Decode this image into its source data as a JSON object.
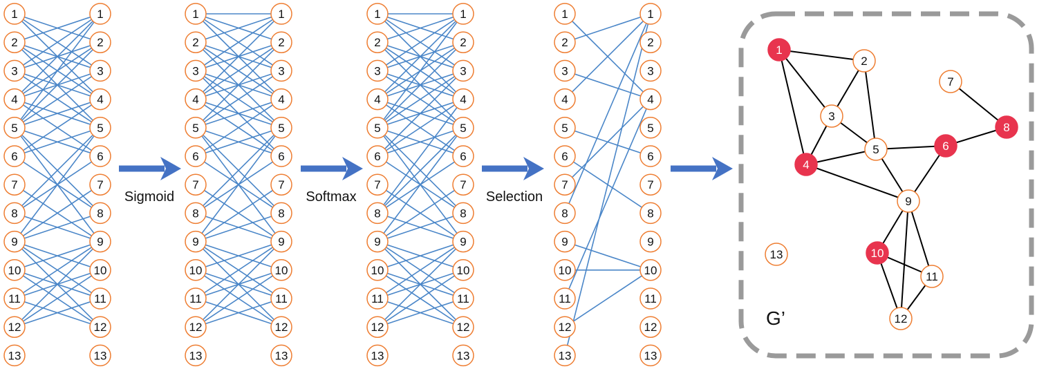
{
  "colors": {
    "node_stroke": "#ee7d31",
    "edge_blue": "#4a86c8",
    "arrow": "#4472c4",
    "highlight": "#e8344e",
    "graph_edge": "#000000",
    "frame": "#9a9a9a"
  },
  "node_labels": [
    "1",
    "2",
    "3",
    "4",
    "5",
    "6",
    "7",
    "8",
    "9",
    "10",
    "11",
    "12",
    "13"
  ],
  "steps": [
    "Sigmoid",
    "Softmax",
    "Selection"
  ],
  "panels": [
    {
      "id": "panel-1",
      "edges": [
        [
          1,
          2
        ],
        [
          1,
          3
        ],
        [
          1,
          4
        ],
        [
          2,
          1
        ],
        [
          2,
          3
        ],
        [
          2,
          4
        ],
        [
          2,
          5
        ],
        [
          3,
          1
        ],
        [
          3,
          2
        ],
        [
          3,
          4
        ],
        [
          3,
          5
        ],
        [
          4,
          1
        ],
        [
          4,
          2
        ],
        [
          4,
          3
        ],
        [
          4,
          5
        ],
        [
          4,
          6
        ],
        [
          5,
          1
        ],
        [
          5,
          2
        ],
        [
          5,
          3
        ],
        [
          5,
          4
        ],
        [
          5,
          6
        ],
        [
          5,
          8
        ],
        [
          5,
          9
        ],
        [
          6,
          4
        ],
        [
          6,
          5
        ],
        [
          6,
          8
        ],
        [
          7,
          9
        ],
        [
          8,
          5
        ],
        [
          8,
          6
        ],
        [
          8,
          9
        ],
        [
          9,
          5
        ],
        [
          9,
          7
        ],
        [
          9,
          8
        ],
        [
          9,
          10
        ],
        [
          9,
          11
        ],
        [
          9,
          12
        ],
        [
          10,
          9
        ],
        [
          10,
          11
        ],
        [
          10,
          12
        ],
        [
          11,
          9
        ],
        [
          11,
          10
        ],
        [
          11,
          12
        ],
        [
          12,
          9
        ],
        [
          12,
          10
        ],
        [
          12,
          11
        ]
      ]
    },
    {
      "id": "panel-2",
      "edges": [
        [
          1,
          1
        ],
        [
          1,
          2
        ],
        [
          1,
          3
        ],
        [
          1,
          4
        ],
        [
          2,
          1
        ],
        [
          2,
          3
        ],
        [
          2,
          4
        ],
        [
          2,
          5
        ],
        [
          3,
          1
        ],
        [
          3,
          2
        ],
        [
          3,
          4
        ],
        [
          3,
          5
        ],
        [
          3,
          6
        ],
        [
          4,
          1
        ],
        [
          4,
          2
        ],
        [
          4,
          3
        ],
        [
          4,
          5
        ],
        [
          4,
          6
        ],
        [
          5,
          2
        ],
        [
          5,
          3
        ],
        [
          5,
          4
        ],
        [
          5,
          6
        ],
        [
          5,
          8
        ],
        [
          5,
          9
        ],
        [
          6,
          4
        ],
        [
          6,
          5
        ],
        [
          6,
          8
        ],
        [
          7,
          9
        ],
        [
          8,
          5
        ],
        [
          8,
          6
        ],
        [
          8,
          9
        ],
        [
          9,
          5
        ],
        [
          9,
          7
        ],
        [
          9,
          8
        ],
        [
          9,
          10
        ],
        [
          9,
          11
        ],
        [
          9,
          12
        ],
        [
          10,
          9
        ],
        [
          10,
          11
        ],
        [
          10,
          12
        ],
        [
          11,
          9
        ],
        [
          11,
          10
        ],
        [
          11,
          12
        ],
        [
          12,
          9
        ],
        [
          12,
          10
        ],
        [
          12,
          11
        ]
      ]
    },
    {
      "id": "panel-3",
      "edges": [
        [
          1,
          1
        ],
        [
          1,
          2
        ],
        [
          1,
          3
        ],
        [
          1,
          4
        ],
        [
          2,
          1
        ],
        [
          2,
          3
        ],
        [
          2,
          4
        ],
        [
          2,
          5
        ],
        [
          3,
          1
        ],
        [
          3,
          2
        ],
        [
          3,
          4
        ],
        [
          3,
          5
        ],
        [
          4,
          1
        ],
        [
          4,
          2
        ],
        [
          4,
          3
        ],
        [
          4,
          5
        ],
        [
          4,
          6
        ],
        [
          5,
          1
        ],
        [
          5,
          2
        ],
        [
          5,
          3
        ],
        [
          5,
          4
        ],
        [
          5,
          6
        ],
        [
          5,
          8
        ],
        [
          5,
          9
        ],
        [
          6,
          3
        ],
        [
          6,
          4
        ],
        [
          6,
          5
        ],
        [
          6,
          8
        ],
        [
          7,
          9
        ],
        [
          8,
          4
        ],
        [
          8,
          5
        ],
        [
          8,
          6
        ],
        [
          8,
          9
        ],
        [
          9,
          5
        ],
        [
          9,
          7
        ],
        [
          9,
          8
        ],
        [
          9,
          10
        ],
        [
          9,
          11
        ],
        [
          9,
          12
        ],
        [
          10,
          9
        ],
        [
          10,
          11
        ],
        [
          10,
          12
        ],
        [
          11,
          9
        ],
        [
          11,
          10
        ],
        [
          11,
          12
        ],
        [
          12,
          9
        ],
        [
          12,
          10
        ],
        [
          12,
          11
        ]
      ]
    },
    {
      "id": "panel-4",
      "edges": [
        [
          1,
          4
        ],
        [
          2,
          1
        ],
        [
          3,
          4
        ],
        [
          4,
          1
        ],
        [
          5,
          6
        ],
        [
          6,
          8
        ],
        [
          7,
          4
        ],
        [
          8,
          1
        ],
        [
          9,
          10
        ],
        [
          10,
          10
        ],
        [
          11,
          4
        ],
        [
          12,
          10
        ],
        [
          13,
          1
        ]
      ]
    }
  ],
  "graph": {
    "title": "G’",
    "nodes": [
      {
        "id": "1",
        "highlight": true
      },
      {
        "id": "2",
        "highlight": false
      },
      {
        "id": "3",
        "highlight": false
      },
      {
        "id": "4",
        "highlight": true
      },
      {
        "id": "5",
        "highlight": false
      },
      {
        "id": "6",
        "highlight": true
      },
      {
        "id": "7",
        "highlight": false
      },
      {
        "id": "8",
        "highlight": true
      },
      {
        "id": "9",
        "highlight": false
      },
      {
        "id": "10",
        "highlight": true
      },
      {
        "id": "11",
        "highlight": false
      },
      {
        "id": "12",
        "highlight": false
      },
      {
        "id": "13",
        "highlight": false
      }
    ],
    "edges": [
      [
        "1",
        "2"
      ],
      [
        "1",
        "3"
      ],
      [
        "1",
        "4"
      ],
      [
        "2",
        "3"
      ],
      [
        "2",
        "5"
      ],
      [
        "3",
        "4"
      ],
      [
        "3",
        "5"
      ],
      [
        "4",
        "5"
      ],
      [
        "4",
        "9"
      ],
      [
        "5",
        "6"
      ],
      [
        "5",
        "9"
      ],
      [
        "6",
        "8"
      ],
      [
        "6",
        "9"
      ],
      [
        "7",
        "8"
      ],
      [
        "9",
        "10"
      ],
      [
        "9",
        "11"
      ],
      [
        "9",
        "12"
      ],
      [
        "10",
        "11"
      ],
      [
        "10",
        "12"
      ],
      [
        "11",
        "12"
      ]
    ]
  }
}
